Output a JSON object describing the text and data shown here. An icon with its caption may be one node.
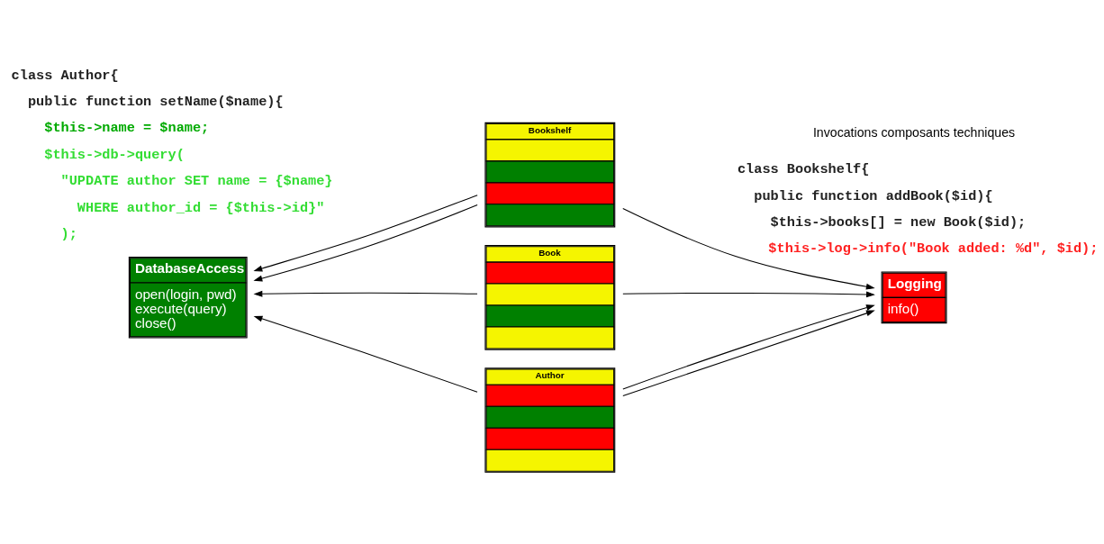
{
  "diagram": {
    "nodes": [
      {
        "text": [
          "Bookshelf"
        ]
      },
      {
        "text": [
          "Book"
        ]
      },
      {
        "text": [
          "Author"
        ]
      },
      {
        "text": [
          "DatabaseAccess",
          "open(login, pwd)",
          "execute(query)",
          "close()"
        ]
      },
      {
        "text": [
          "Logging",
          "info()"
        ]
      }
    ],
    "edges": [
      {
        "from": 0,
        "to": 3,
        "arrow": "to"
      },
      {
        "from": 0,
        "to": 3,
        "arrow": "to"
      },
      {
        "from": 1,
        "to": 3,
        "arrow": "to"
      },
      {
        "from": 2,
        "to": 3,
        "arrow": "to"
      },
      {
        "from": 0,
        "to": 4,
        "arrow": "to"
      },
      {
        "from": 1,
        "to": 4,
        "arrow": "to"
      },
      {
        "from": 2,
        "to": 4,
        "arrow": "to"
      },
      {
        "from": 2,
        "to": 4,
        "arrow": "to"
      }
    ],
    "labels": [
      "class Bookshelf{",
      "public function addBook($id){",
      "$this->books[] = new Book($id);",
      "$this->log->info(\"Book added: %d\", $id);",
      "class Author{",
      "public function setName($name){",
      "$this->name = $name;",
      "$this->db->query(",
      "\"UPDATE author SET name = {$name}",
      "WHERE author_id = {$this->id}\"",
      ");",
      "Invocations composants techniques"
    ]
  }
}
